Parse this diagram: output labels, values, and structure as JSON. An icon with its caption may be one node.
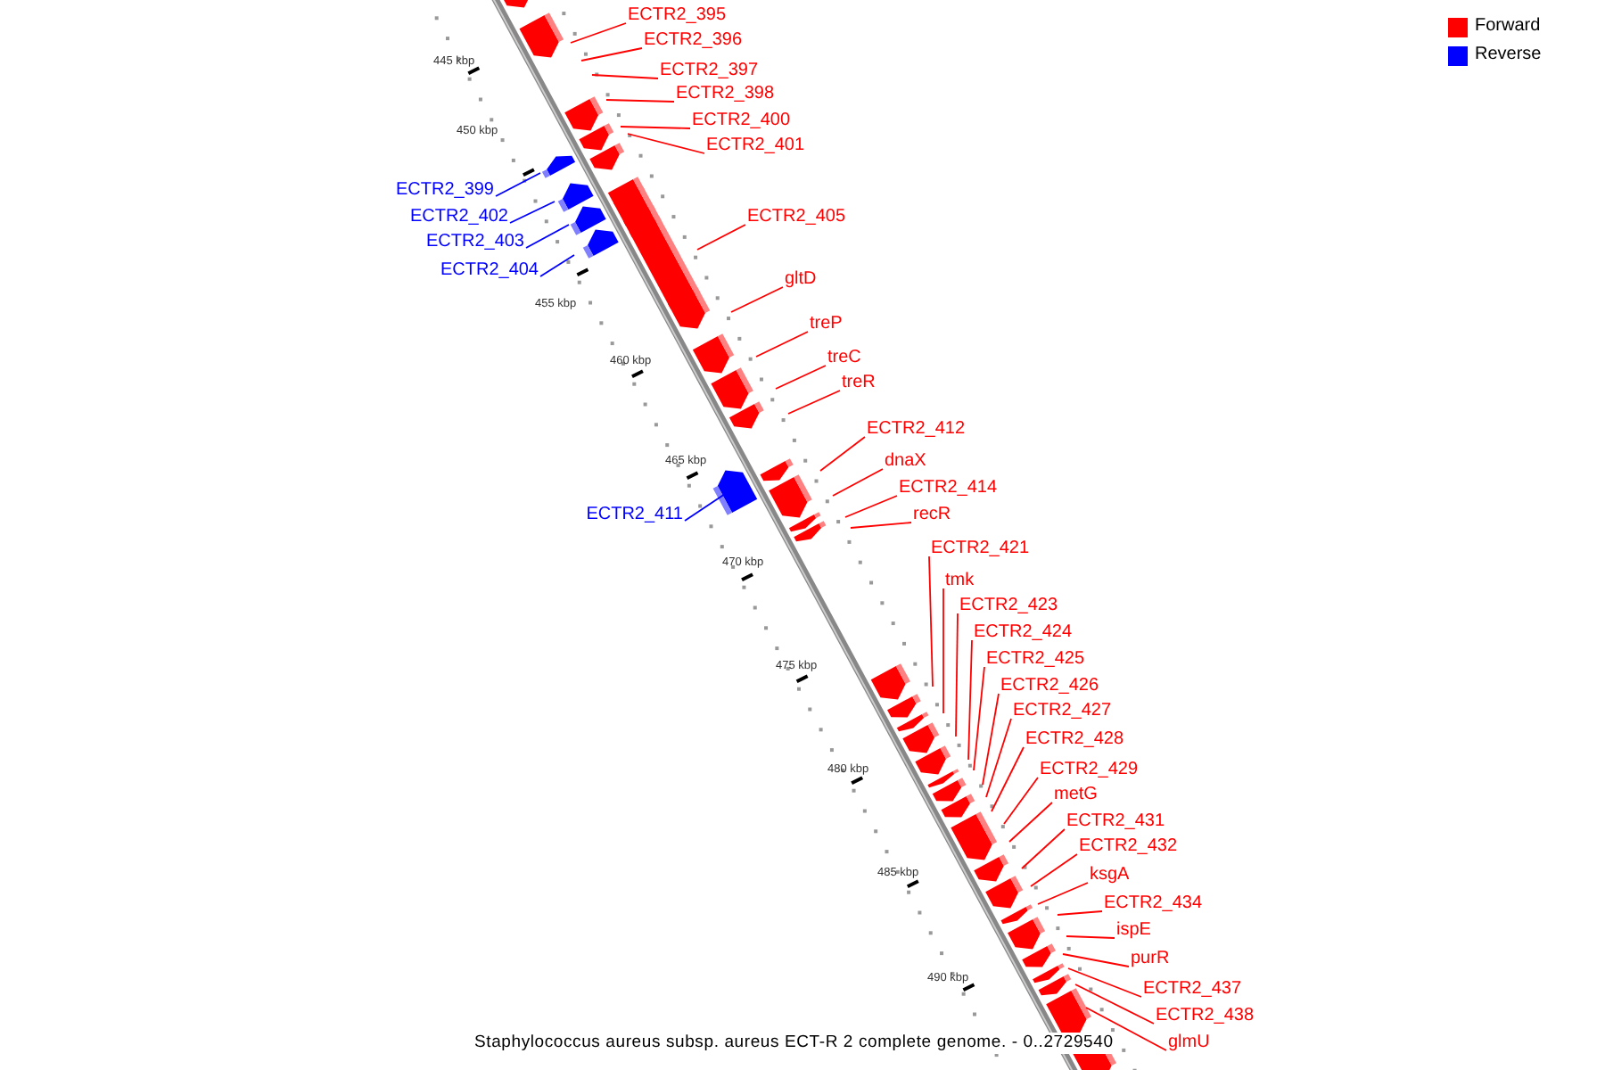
{
  "diagram": {
    "caption": "Staphylococcus aureus subsp. aureus ECT-R 2 complete genome. - 0..2729540",
    "nodes": [
      {
        "text": [
          "ECTR2_395"
        ]
      },
      {
        "text": [
          "ECTR2_396"
        ]
      },
      {
        "text": [
          "ECTR2_397"
        ]
      },
      {
        "text": [
          "ECTR2_398"
        ]
      },
      {
        "text": [
          "ECTR2_400"
        ]
      },
      {
        "text": [
          "ECTR2_401"
        ]
      },
      {
        "text": [
          "ECTR2_399"
        ]
      },
      {
        "text": [
          "ECTR2_402"
        ]
      },
      {
        "text": [
          "ECTR2_405"
        ]
      },
      {
        "text": [
          "ECTR2_403"
        ]
      },
      {
        "text": [
          "ECTR2_404"
        ]
      },
      {
        "text": [
          "gltD"
        ]
      },
      {
        "text": [
          "treP"
        ]
      },
      {
        "text": [
          "treC"
        ]
      },
      {
        "text": [
          "treR"
        ]
      },
      {
        "text": [
          "ECTR2_412"
        ]
      },
      {
        "text": [
          "dnaX"
        ]
      },
      {
        "text": [
          "ECTR2_414"
        ]
      },
      {
        "text": [
          "recR"
        ]
      },
      {
        "text": [
          "ECTR2_411"
        ]
      },
      {
        "text": [
          "ECTR2_421"
        ]
      },
      {
        "text": [
          "tmk"
        ]
      },
      {
        "text": [
          "ECTR2_423"
        ]
      },
      {
        "text": [
          "ECTR2_424"
        ]
      },
      {
        "text": [
          "ECTR2_425"
        ]
      },
      {
        "text": [
          "ECTR2_426"
        ]
      },
      {
        "text": [
          "ECTR2_427"
        ]
      },
      {
        "text": [
          "ECTR2_428"
        ]
      },
      {
        "text": [
          "ECTR2_429"
        ]
      },
      {
        "text": [
          "metG"
        ]
      },
      {
        "text": [
          "ECTR2_431"
        ]
      },
      {
        "text": [
          "ECTR2_432"
        ]
      },
      {
        "text": [
          "ksgA"
        ]
      },
      {
        "text": [
          "ECTR2_434"
        ]
      },
      {
        "text": [
          "ispE"
        ]
      },
      {
        "text": [
          "purR"
        ]
      },
      {
        "text": [
          "ECTR2_437"
        ]
      },
      {
        "text": [
          "ECTR2_438"
        ]
      },
      {
        "text": [
          "glmU"
        ]
      }
    ],
    "edges": [
      {
        "from": 0,
        "to": null,
        "arrow": "none"
      },
      {
        "from": 1,
        "to": null,
        "arrow": "none"
      },
      {
        "from": 2,
        "to": null,
        "arrow": "none"
      },
      {
        "from": 3,
        "to": null,
        "arrow": "none"
      },
      {
        "from": 4,
        "to": null,
        "arrow": "none"
      },
      {
        "from": 5,
        "to": null,
        "arrow": "none"
      },
      {
        "from": 6,
        "to": null,
        "arrow": "none",
        "color": "#0000ff"
      },
      {
        "from": 7,
        "to": null,
        "arrow": "none",
        "color": "#0000ff"
      },
      {
        "from": 8,
        "to": null,
        "arrow": "none"
      },
      {
        "from": 9,
        "to": null,
        "arrow": "none",
        "color": "#0000ff"
      },
      {
        "from": 10,
        "to": null,
        "arrow": "none",
        "color": "#0000ff"
      },
      {
        "from": 11,
        "to": null,
        "arrow": "none"
      },
      {
        "from": 12,
        "to": null,
        "arrow": "none"
      },
      {
        "from": 13,
        "to": null,
        "arrow": "none"
      },
      {
        "from": 14,
        "to": null,
        "arrow": "none"
      },
      {
        "from": 15,
        "to": null,
        "arrow": "none"
      },
      {
        "from": 16,
        "to": null,
        "arrow": "none"
      },
      {
        "from": 17,
        "to": null,
        "arrow": "none"
      },
      {
        "from": 18,
        "to": null,
        "arrow": "none"
      },
      {
        "from": 19,
        "to": null,
        "arrow": "none",
        "color": "#0000ff"
      },
      {
        "from": 20,
        "to": null,
        "arrow": "none"
      },
      {
        "from": 21,
        "to": null,
        "arrow": "none"
      },
      {
        "from": 22,
        "to": null,
        "arrow": "none"
      },
      {
        "from": 23,
        "to": null,
        "arrow": "none"
      },
      {
        "from": 24,
        "to": null,
        "arrow": "none"
      },
      {
        "from": 25,
        "to": null,
        "arrow": "none"
      },
      {
        "from": 26,
        "to": null,
        "arrow": "none"
      },
      {
        "from": 27,
        "to": null,
        "arrow": "none"
      },
      {
        "from": 28,
        "to": null,
        "arrow": "none"
      },
      {
        "from": 29,
        "to": null,
        "arrow": "none"
      },
      {
        "from": 30,
        "to": null,
        "arrow": "none"
      },
      {
        "from": 31,
        "to": null,
        "arrow": "none"
      },
      {
        "from": 32,
        "to": null,
        "arrow": "none"
      },
      {
        "from": 33,
        "to": null,
        "arrow": "none"
      },
      {
        "from": 34,
        "to": null,
        "arrow": "none"
      },
      {
        "from": 35,
        "to": null,
        "arrow": "none"
      },
      {
        "from": 36,
        "to": null,
        "arrow": "none"
      },
      {
        "from": 37,
        "to": null,
        "arrow": "none"
      },
      {
        "from": 38,
        "to": null,
        "arrow": "none"
      }
    ],
    "labels": [
      "445 kbp",
      "450 kbp",
      "455 kbp",
      "460 kbp",
      "465 kbp",
      "470 kbp",
      "475 kbp",
      "480 kbp",
      "485 kbp",
      "490 kbp"
    ],
    "legend": [
      {
        "text": "Forward",
        "color": "#ff0000"
      },
      {
        "text": "Reverse",
        "color": "#0000ff"
      }
    ]
  }
}
